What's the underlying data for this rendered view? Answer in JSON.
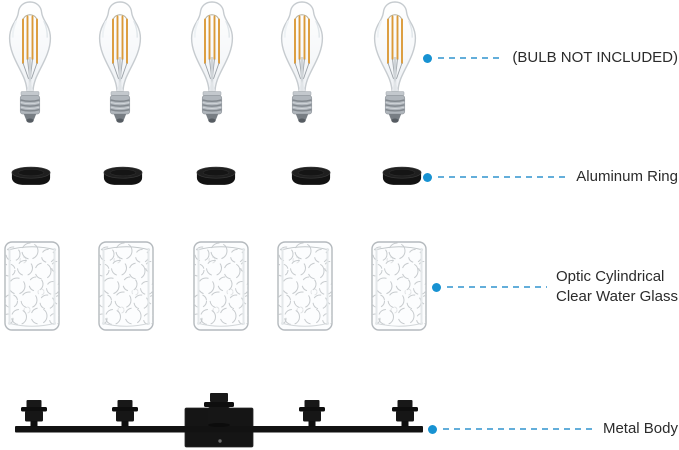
{
  "diagram": {
    "type": "product-parts-diagram",
    "subject": "5-light bathroom vanity light fixture exploded parts view",
    "labels": [
      {
        "id": "bulb",
        "lines": [
          "(BULB NOT INCLUDED)"
        ]
      },
      {
        "id": "ring",
        "lines": [
          "Aluminum Ring"
        ]
      },
      {
        "id": "glass",
        "lines": [
          "Optic Cylindrical",
          "Clear Water Glass"
        ]
      },
      {
        "id": "body",
        "lines": [
          "Metal Body"
        ]
      }
    ],
    "parts": [
      {
        "name": "edison-filament-bulb",
        "count": 5
      },
      {
        "name": "aluminum-ring",
        "count": 5
      },
      {
        "name": "water-glass-shade",
        "count": 5
      },
      {
        "name": "metal-body",
        "count": 1
      }
    ],
    "colors": {
      "background": "#ffffff",
      "callout_dot": "#1792d2",
      "callout_dash": "#63aeda",
      "label_text": "#2b2b2b",
      "metal_black": "#121212",
      "filament_amber": "#db9a38",
      "bulb_base_gray": "#b0b6bc"
    }
  }
}
